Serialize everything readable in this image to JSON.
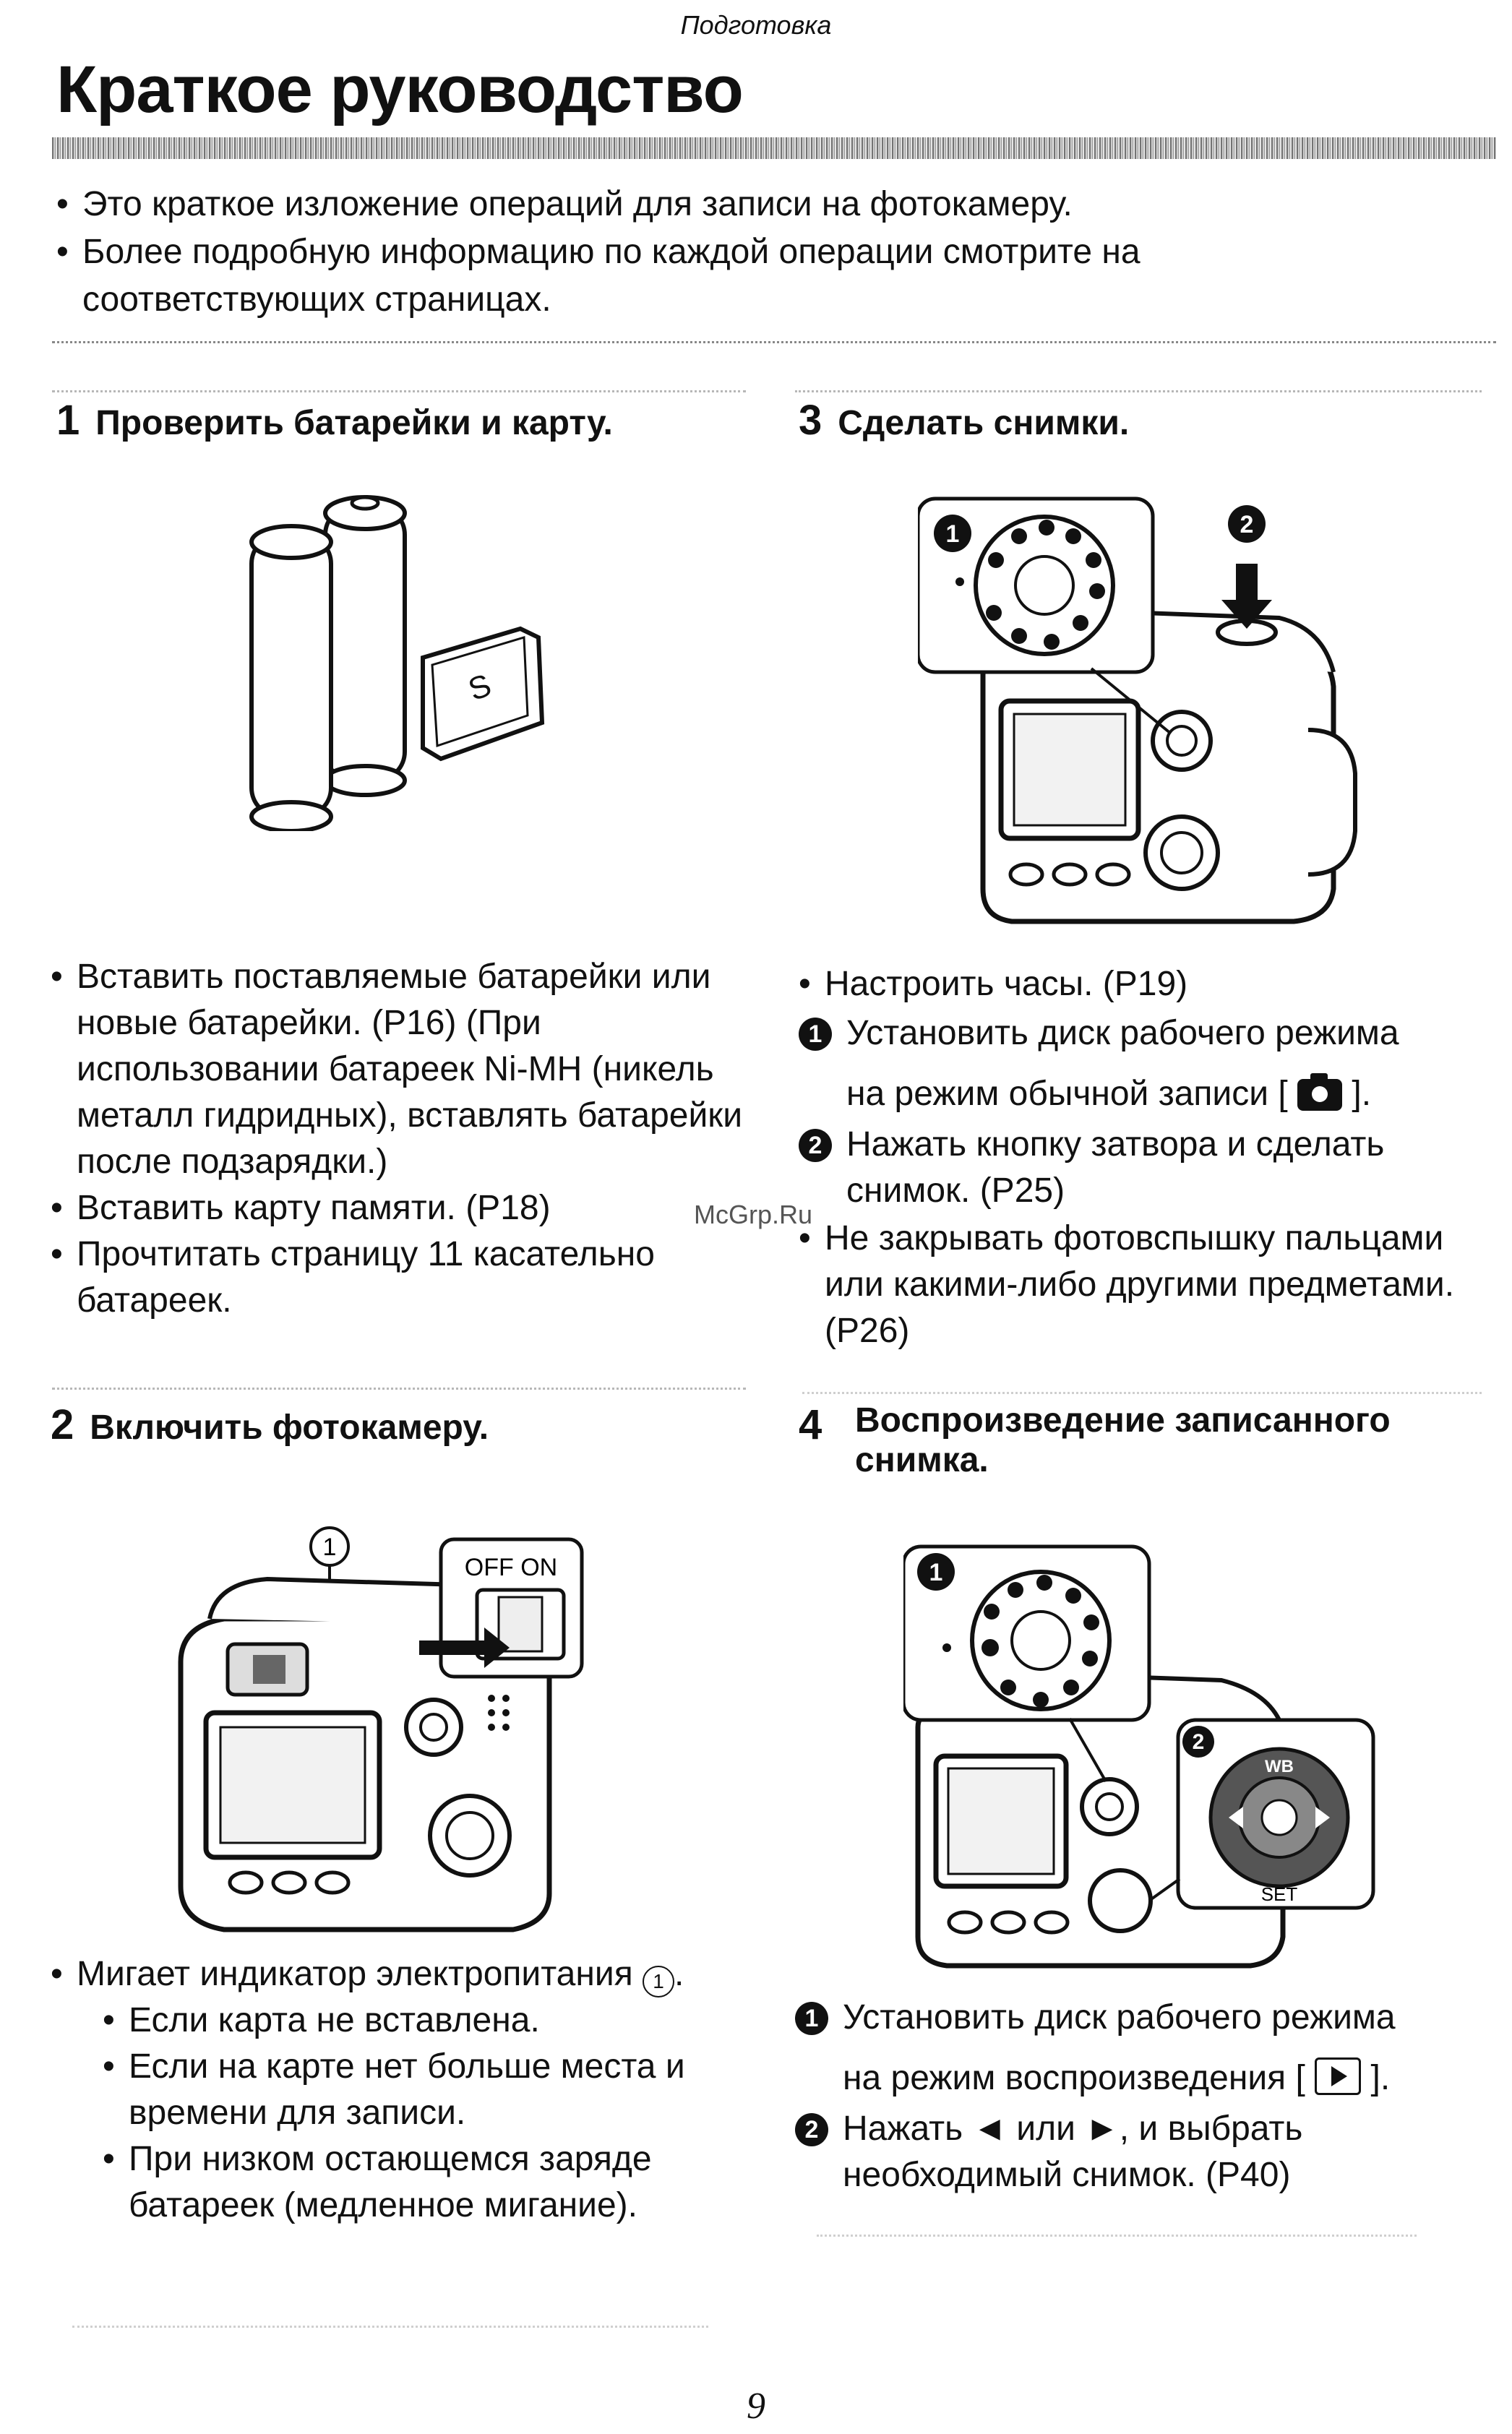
{
  "header": {
    "section": "Подготовка",
    "title": "Краткое руководство"
  },
  "intro": [
    "Это краткое изложение операций для записи на фотокамеру.",
    "Более подробную информацию по каждой операции смотрите на соответствующих страницах."
  ],
  "bullet_symbol": "•",
  "steps": {
    "s1": {
      "num": "1",
      "title": "Проверить батарейки и карту.",
      "bullets": [
        "Вставить поставляемые батарейки или новые батарейки. (P16) (При использовании батареек Ni-MH (никель металл гидридных), вставлять батарейки после подзарядки.)",
        "Вставить карту памяти. (P18)",
        "Прочтитать страницу 11 касательно батареек."
      ]
    },
    "s2": {
      "num": "2",
      "title": "Включить фотокамеру.",
      "callout": "1",
      "switch_label": "OFF ON",
      "bullet_main": "Мигает индикатор электропитания",
      "bullet_main_ref": "1",
      "sub_bullets": [
        "Если карта не вставлена.",
        "Если на карте нет больше места и времени для записи.",
        "При низком остающемся заряде батареек (медленное мигание)."
      ]
    },
    "s3": {
      "num": "3",
      "title": "Сделать снимки.",
      "bullet": "Настроить часы. (P19)",
      "n1_marker": "1",
      "n1_text_a": "Установить диск рабочего режима",
      "n1_text_b": "на режим обычной записи [",
      "n1_text_c": "].",
      "n2_marker": "2",
      "n2_text": "Нажать кнопку затвора и сделать снимок. (P25)",
      "note": "Не закрывать фотовспышку пальцами или какими-либо другими предметами. (P26)"
    },
    "s4": {
      "num": "4",
      "title": "Воспроизведение записанного снимка.",
      "n1_marker": "1",
      "n1_text_a": "Установить диск рабочего режима",
      "n1_text_b": "на режим воспроизведения [",
      "n1_text_c": "].",
      "n2_marker": "2",
      "n2_text": "Нажать ◄ или ►, и выбрать необходимый снимок. (P40)",
      "set_label": "SET",
      "wb_label": "WB"
    }
  },
  "watermark": "McGrp.Ru",
  "page_number": "9"
}
